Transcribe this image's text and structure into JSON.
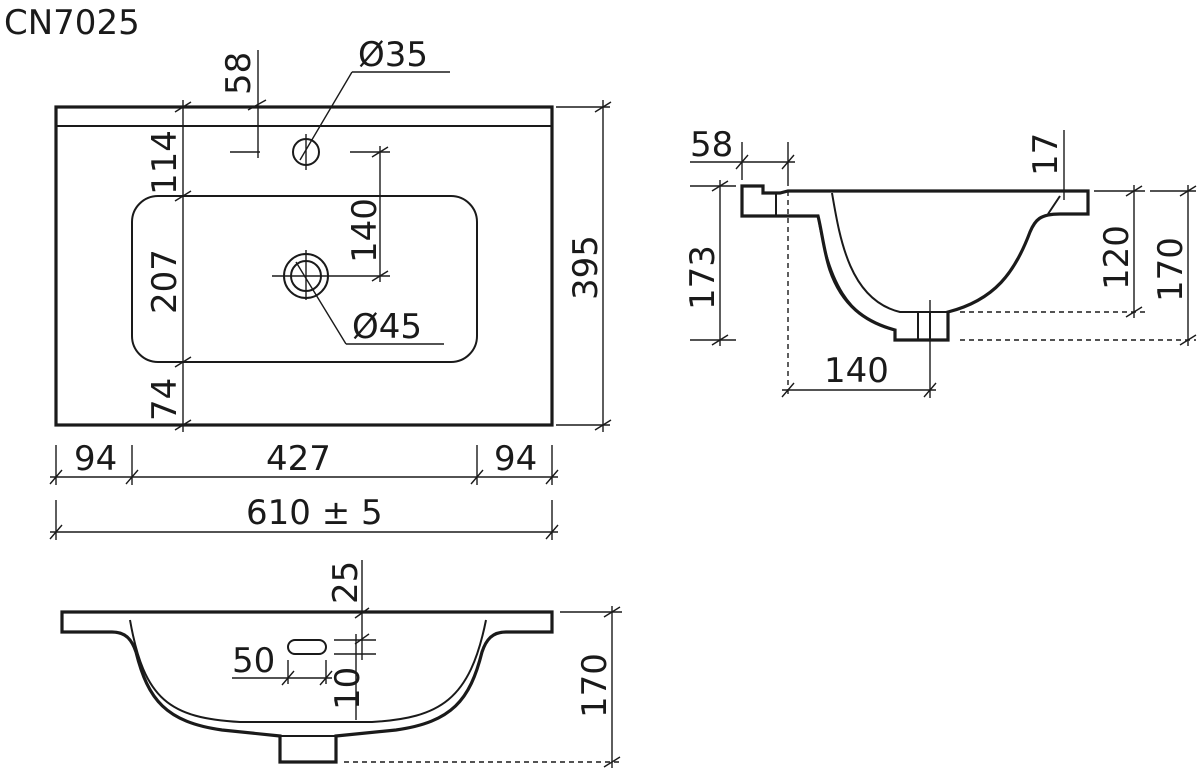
{
  "title": "CN7025",
  "colors": {
    "line": "#1a1a1a",
    "background": "#ffffff"
  },
  "top_view": {
    "dims": {
      "faucet_offset": "58",
      "faucet_hole": "Ø35",
      "top_margin": "114",
      "bowl_depth": "207",
      "bottom_margin": "74",
      "faucet_to_drain": "140",
      "drain_hole": "Ø45",
      "overall_depth": "395",
      "left_margin": "94",
      "bowl_width": "427",
      "right_margin": "94",
      "overall_width": "610 ± 5"
    }
  },
  "side_view": {
    "dims": {
      "back_ledge": "58",
      "rim_thickness": "17",
      "total_height_left": "173",
      "bowl_height": "120",
      "total_height_right": "170",
      "drain_offset": "140"
    }
  },
  "front_view": {
    "dims": {
      "overflow_from_rim": "25",
      "overflow_width": "50",
      "overflow_height": "10",
      "total_height": "170"
    }
  }
}
